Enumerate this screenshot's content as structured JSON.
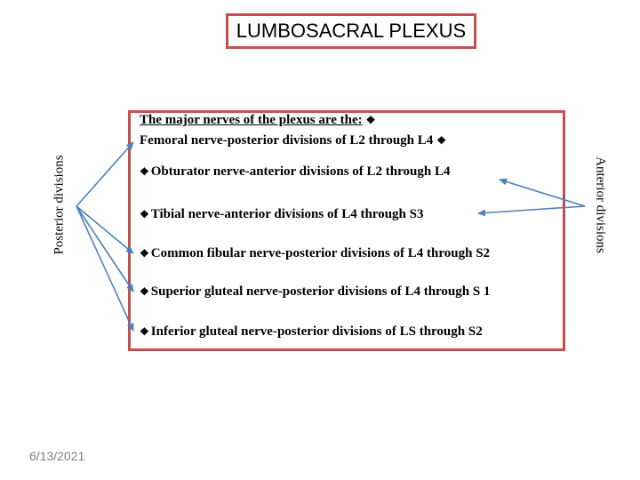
{
  "title": "LUMBOSACRAL PLEXUS",
  "bullet_symbol": "❖",
  "intro": {
    "line1": "The major nerves of the plexus are the:",
    "line2": "Femoral nerve-posterior divisions of L2 through L4"
  },
  "items": [
    "Obturator nerve-anterior divisions of L2 through L4",
    "Tibial nerve-anterior divisions of L4 through S3",
    "Common fibular nerve-posterior divisions of L4 through S2",
    "Superior gluteal nerve-posterior divisions of L4 through S 1",
    "Inferior gluteal nerve-posterior divisions of LS through S2"
  ],
  "labels": {
    "left": "Posterior divisions",
    "right": "Anterior divisions"
  },
  "date": "6/13/2021",
  "colors": {
    "border": "#c0504d",
    "arrow": "#4f81bd",
    "date": "#7f7f7f"
  }
}
